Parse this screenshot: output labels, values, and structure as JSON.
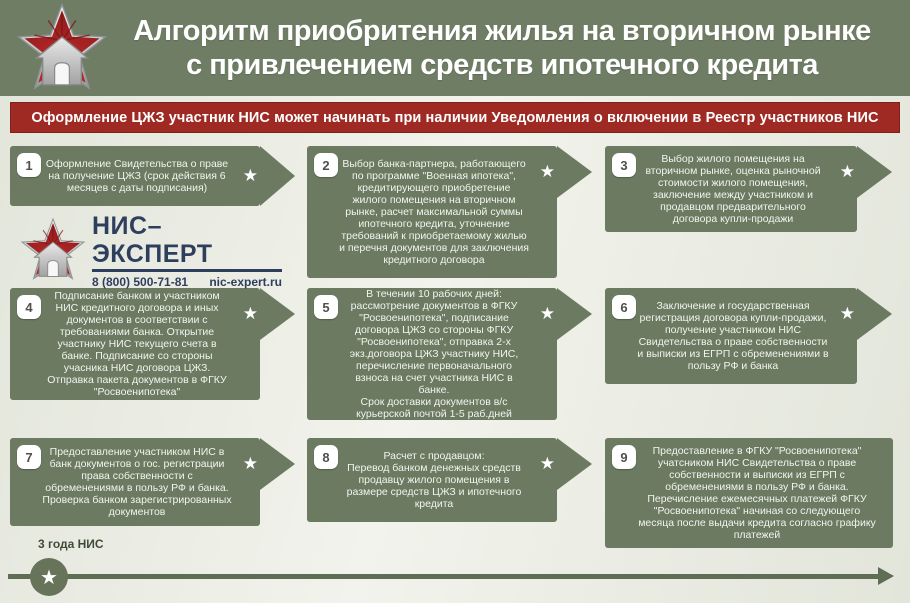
{
  "header": {
    "title_line1": "Алгоритм приобритения жилья на вторичном рынке",
    "title_line2": "с привлечением средств ипотечного кредита"
  },
  "banner": {
    "text": "Оформление ЦЖЗ участник НИС может начинать при наличии Уведомления о включении в Реестр участников НИС"
  },
  "brand": {
    "name": "НИС–ЭКСПЕРТ",
    "phone": "8 (800) 500-71-81",
    "site": "nic-expert.ru"
  },
  "icons": {
    "step_star": "★",
    "timeline_star": "★"
  },
  "timeline": {
    "label": "3 года НИС"
  },
  "colors": {
    "header_green": "#6f7d64",
    "box_green": "#6b7a61",
    "banner_red": "#9e2a23",
    "brand_navy": "#2e3f5e",
    "timeline_green": "#5e6d54"
  },
  "steps": [
    {
      "number": "1",
      "text": "Оформление Свидетельства о праве на получение ЦЖЗ (срок действия 6 месяцев с даты подписания)"
    },
    {
      "number": "2",
      "text": "Выбор банка-партнера, работающего по программе \"Военная ипотека\", кредитирующего приобретение жилого помещения на вторичном рынке, расчет максимальной суммы ипотечного кредита, уточнение требований к приобретаемому жилью и перечня документов для заключения кредитного договора"
    },
    {
      "number": "3",
      "text": "Выбор жилого помещения на вторичном рынке, оценка рыночной стоимости жилого помещения, заключение между участником и продавцом предварительного договора купли-продажи"
    },
    {
      "number": "4",
      "text": "Подписание банком и участником НИС кредитного договора и иных документов в соответствии с требованиями банка. Открытие участнику НИС текущего счета в банке. Подписание со стороны учасника НИС договора ЦЖЗ. Отправка пакета документов в ФГКУ \"Росвоенипотека\""
    },
    {
      "number": "5",
      "text": "В течении 10 рабочих дней: рассмотрение документов в ФГКУ \"Росвоенипотека\", подписание договора ЦЖЗ со стороны ФГКУ \"Росвоенипотека\", отправка 2-х экз.договора ЦЖЗ участнику НИС, перечисление первоначального взноса на счет участника НИС в банке.\nСрок доставки документов в/с курьерской почтой 1-5 раб.дней"
    },
    {
      "number": "6",
      "text": "Заключение и государственная регистрация договора купли-продажи, получение участником НИС Свидетельства о праве собственности и выписки из ЕГРП с обременениями в пользу РФ и банка"
    },
    {
      "number": "7",
      "text": "Предоставление участником НИС в банк документов о гос. регистрации права собственности с обременениями в пользу РФ и банка. Проверка банком зарегистрированных документов"
    },
    {
      "number": "8",
      "text": "Расчет с продавцом:\nПеревод банком денежных средств продавцу жилого помещения в размере средств ЦЖЗ и ипотечного кредита"
    },
    {
      "number": "9",
      "text": "Предоставление в ФГКУ \"Росвоенипотека\" учатсником НИС Свидетельства о праве собственности и выписки из ЕГРП с обременениями в пользу РФ и банка. Перечисление ежемесячных платежей ФГКУ \"Росвоенипотека\" начиная со следующего месяца после выдачи кредита согласно графику платежей"
    }
  ]
}
